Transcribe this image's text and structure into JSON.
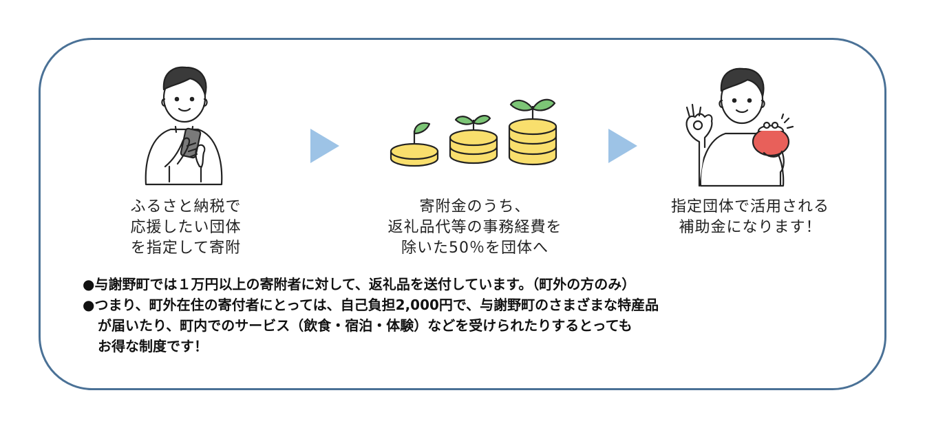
{
  "steps": [
    {
      "caption_lines": [
        "ふるさと納税で",
        "応援したい団体",
        "を指定して寄附"
      ]
    },
    {
      "caption_lines": [
        "寄附金のうち、",
        "返礼品代等の事務経費を",
        "除いた50％を団体へ"
      ]
    },
    {
      "caption_lines": [
        "指定団体で活用される",
        "補助金になります！"
      ]
    }
  ],
  "notes": {
    "line1": "●与謝野町では１万円以上の寄附者に対して、返礼品を送付しています。（町外の方のみ）",
    "line2": "●つまり、町外在住の寄付者にとっては、自己負担2,000円で、与謝野町のさまざまな特産品",
    "line3": "が届いたり、町内でのサービス（飲食・宿泊・体験）などを受けられたりするとっても",
    "line4": "お得な制度です！"
  },
  "colors": {
    "frame": "#4a7196",
    "arrow": "#9dc3e6",
    "coin": "#f9df6d",
    "sprout": "#7cc576",
    "purse": "#e8605a"
  },
  "icons": [
    "person-with-phone-icon",
    "arrow-right-icon",
    "coins-sprouts-icon",
    "person-with-purse-icon"
  ]
}
